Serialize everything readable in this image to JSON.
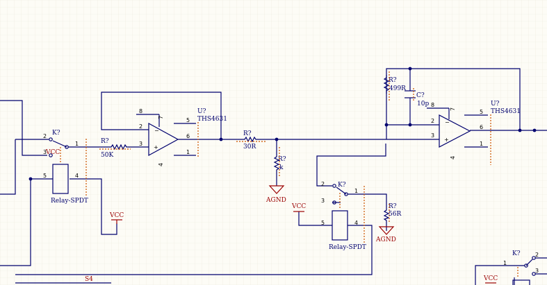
{
  "colors": {
    "background": "#fdfcf6",
    "grid": "#ece9dc",
    "wire": "#00006e",
    "label": "#00006e",
    "power_label": "#9a0000",
    "dash": "#d2691e"
  },
  "opamp1": {
    "designator": "U?",
    "part": "THS4631",
    "pins": {
      "p8": "8",
      "p7": "7",
      "p2": "2",
      "p3": "3",
      "p5": "5",
      "p6": "6",
      "p1": "1",
      "p4": "4"
    }
  },
  "opamp2": {
    "designator": "U?",
    "part": "THS4631",
    "pins": {
      "p8": "8",
      "p7": "7",
      "p2": "2",
      "p3": "3",
      "p5": "5",
      "p6": "6",
      "p1": "1",
      "p4": "4"
    }
  },
  "relay1": {
    "designator": "K?",
    "part": "Relay-SPDT",
    "supply": "VCC",
    "pins": {
      "p2": "2",
      "p3": "3",
      "p1": "1",
      "p5": "5",
      "p4": "4"
    }
  },
  "relay2": {
    "designator": "K?",
    "part": "Relay-SPDT",
    "pins": {
      "p2": "2",
      "p3": "3",
      "p1": "1",
      "p5": "5",
      "p4": "4"
    }
  },
  "relay3": {
    "designator": "K?",
    "pins": {
      "p1": "1",
      "p2": "2",
      "p3": "3"
    }
  },
  "resistors": {
    "r50k": {
      "designator": "R?",
      "value": "50K"
    },
    "r30r": {
      "designator": "R?",
      "value": "30R"
    },
    "r1k": {
      "designator": "R?",
      "value": "k"
    },
    "r499": {
      "designator": "R?",
      "value": "499R"
    },
    "r56": {
      "designator": "R?",
      "value": "56R"
    }
  },
  "capacitor": {
    "designator": "C?",
    "value": "10p"
  },
  "power": {
    "vcc1": "VCC",
    "vcc2": "VCC",
    "vcc3": "VCC",
    "agnd1": "AGND",
    "agnd2": "AGND"
  },
  "net_s4": "S4"
}
